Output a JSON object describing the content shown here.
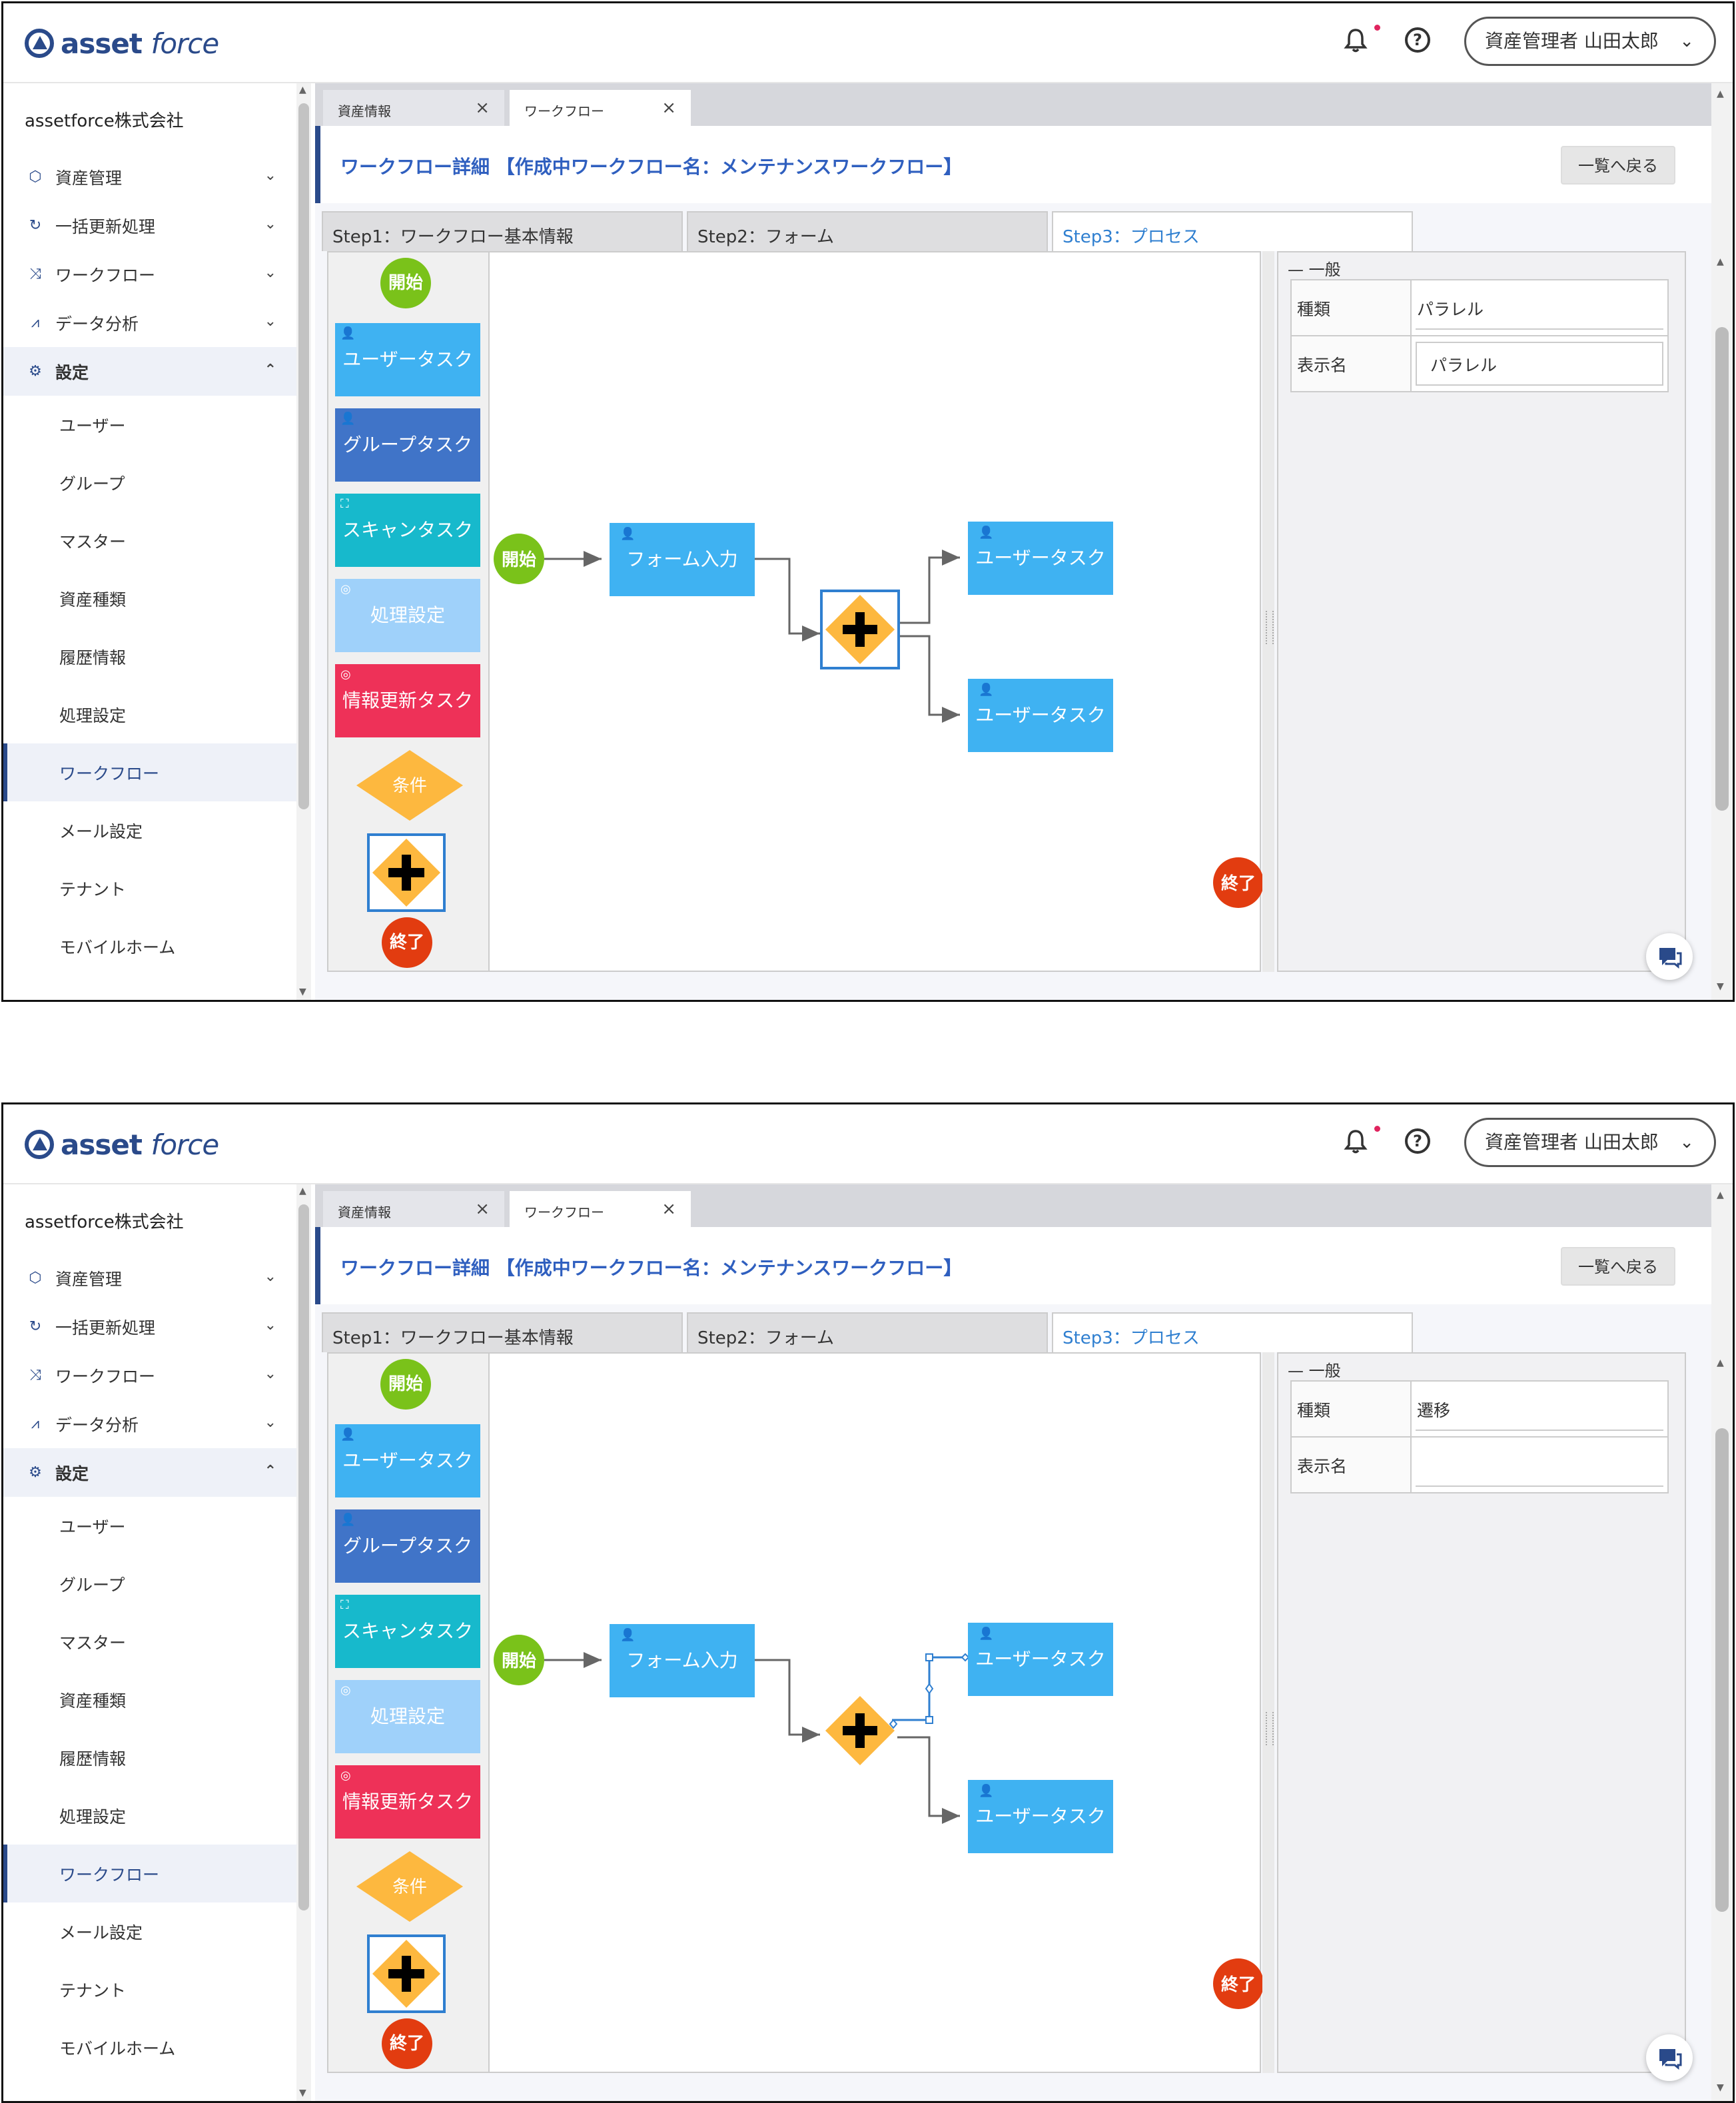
{
  "header": {
    "logo_asset": "asset",
    "logo_force": "force",
    "user_label": "資産管理者 山田太郎"
  },
  "sidebar": {
    "company": "assetforce株式会社",
    "menu": [
      {
        "label": "資産管理",
        "icon": "cube-icon"
      },
      {
        "label": "一括更新処理",
        "icon": "refresh-icon"
      },
      {
        "label": "ワークフロー",
        "icon": "workflow-icon"
      },
      {
        "label": "データ分析",
        "icon": "chart-icon"
      },
      {
        "label": "設定",
        "icon": "gear-icon"
      }
    ],
    "submenu": [
      "ユーザー",
      "グループ",
      "マスター",
      "資産種類",
      "履歴情報",
      "処理設定",
      "ワークフロー",
      "メール設定",
      "テナント",
      "モバイルホーム"
    ]
  },
  "tabs": [
    {
      "label": "資産情報"
    },
    {
      "label": "ワークフロー"
    }
  ],
  "page": {
    "title": "ワークフロー詳細 【作成中ワークフロー名：メンテナンスワークフロー】",
    "back_button": "一覧へ戻る"
  },
  "steps": [
    "Step1：ワークフロー基本情報",
    "Step2：フォーム",
    "Step3：プロセス"
  ],
  "palette": {
    "start": "開始",
    "user_task": "ユーザータスク",
    "group_task": "グループタスク",
    "scan_task": "スキャンタスク",
    "process_setting": "処理設定",
    "info_update_task": "情報更新タスク",
    "condition": "条件",
    "end": "終了"
  },
  "diagram": {
    "start": "開始",
    "form_input": "フォーム入力",
    "user_task_1": "ユーザータスク",
    "user_task_2": "ユーザータスク",
    "end": "終了"
  },
  "screens": [
    {
      "properties": {
        "section": "一般",
        "rows": [
          {
            "label": "種類",
            "value": "パラレル"
          },
          {
            "label": "表示名",
            "value": "パラレル"
          }
        ]
      }
    },
    {
      "properties": {
        "section": "一般",
        "rows": [
          {
            "label": "種類",
            "value": "遷移"
          },
          {
            "label": "表示名",
            "value": ""
          }
        ]
      }
    }
  ],
  "colors": {
    "brand": "#2a4a8a",
    "start_green": "#7ac21a",
    "user_task_blue": "#3fb2f2",
    "group_task_blue": "#4074c8",
    "scan_task_teal": "#17b9cc",
    "process_light_blue": "#9fd1fa",
    "info_update_red": "#ee3158",
    "gateway_orange": "#fdb83f",
    "end_red": "#e23c10"
  }
}
